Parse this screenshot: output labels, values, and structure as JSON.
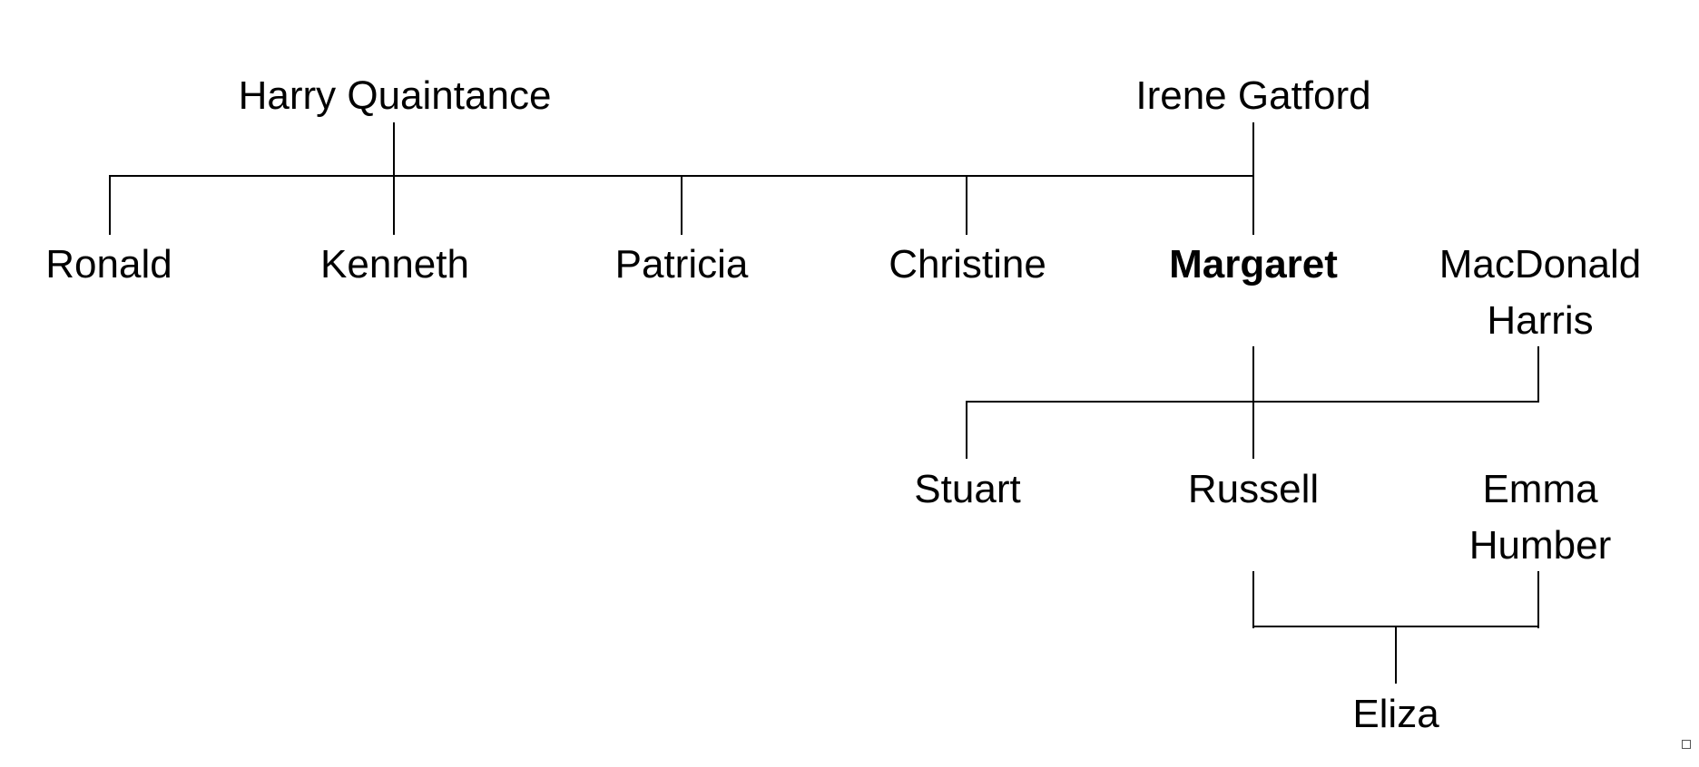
{
  "people": {
    "harry_quaintance": "Harry Quaintance",
    "irene_gatford": "Irene Gatford",
    "ronald": "Ronald",
    "kenneth": "Kenneth",
    "patricia": "Patricia",
    "christine": "Christine",
    "margaret": "Margaret",
    "macdonald_harris_line1": "MacDonald",
    "macdonald_harris_line2": "Harris",
    "stuart": "Stuart",
    "russell": "Russell",
    "emma_humber_line1": "Emma",
    "emma_humber_line2": "Humber",
    "eliza": "Eliza"
  },
  "relationships": [
    {
      "parents": [
        "Harry Quaintance",
        "Irene Gatford"
      ],
      "children": [
        "Ronald",
        "Kenneth",
        "Patricia",
        "Christine",
        "Margaret"
      ]
    },
    {
      "parents": [
        "Margaret",
        "MacDonald Harris"
      ],
      "children": [
        "Stuart",
        "Russell"
      ]
    },
    {
      "parents": [
        "Russell",
        "Emma Humber"
      ],
      "children": [
        "Eliza"
      ]
    }
  ],
  "highlighted_person": "Margaret",
  "colors": {
    "text": "#000000",
    "lines": "#000000",
    "background": "#ffffff"
  }
}
